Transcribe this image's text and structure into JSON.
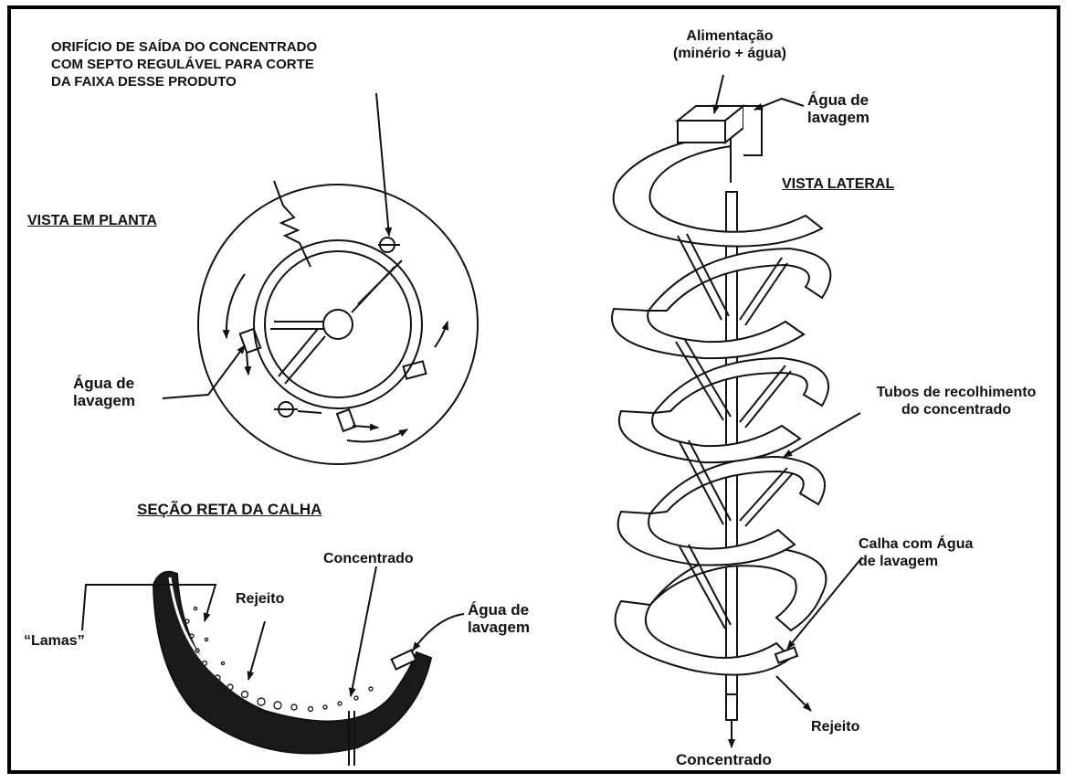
{
  "plan": {
    "outlet_label": [
      "ORIFÍCIO DE SAÍDA DO CONCENTRADO",
      "COM SEPTO REGULÁVEL PARA CORTE",
      "DA FAIXA DESSE PRODUTO"
    ],
    "view_title": "VISTA EM PLANTA",
    "wash_water": [
      "Água de",
      "lavagem"
    ]
  },
  "section": {
    "title": "SEÇÃO RETA DA CALHA",
    "slimes": "“Lamas”",
    "tailings": "Rejeito",
    "concentrate": "Concentrado",
    "wash_water": [
      "Água de",
      "lavagem"
    ]
  },
  "side": {
    "feed": [
      "Alimentação",
      "(minério + água)"
    ],
    "wash_water": [
      "Água de",
      "lavagem"
    ],
    "view_title": "VISTA LATERAL",
    "collection_tubes": [
      "Tubos de recolhimento",
      "do concentrado"
    ],
    "trough_water": [
      "Calha com Água",
      "de lavagem"
    ],
    "tailings": "Rejeito",
    "concentrate": "Concentrado"
  }
}
